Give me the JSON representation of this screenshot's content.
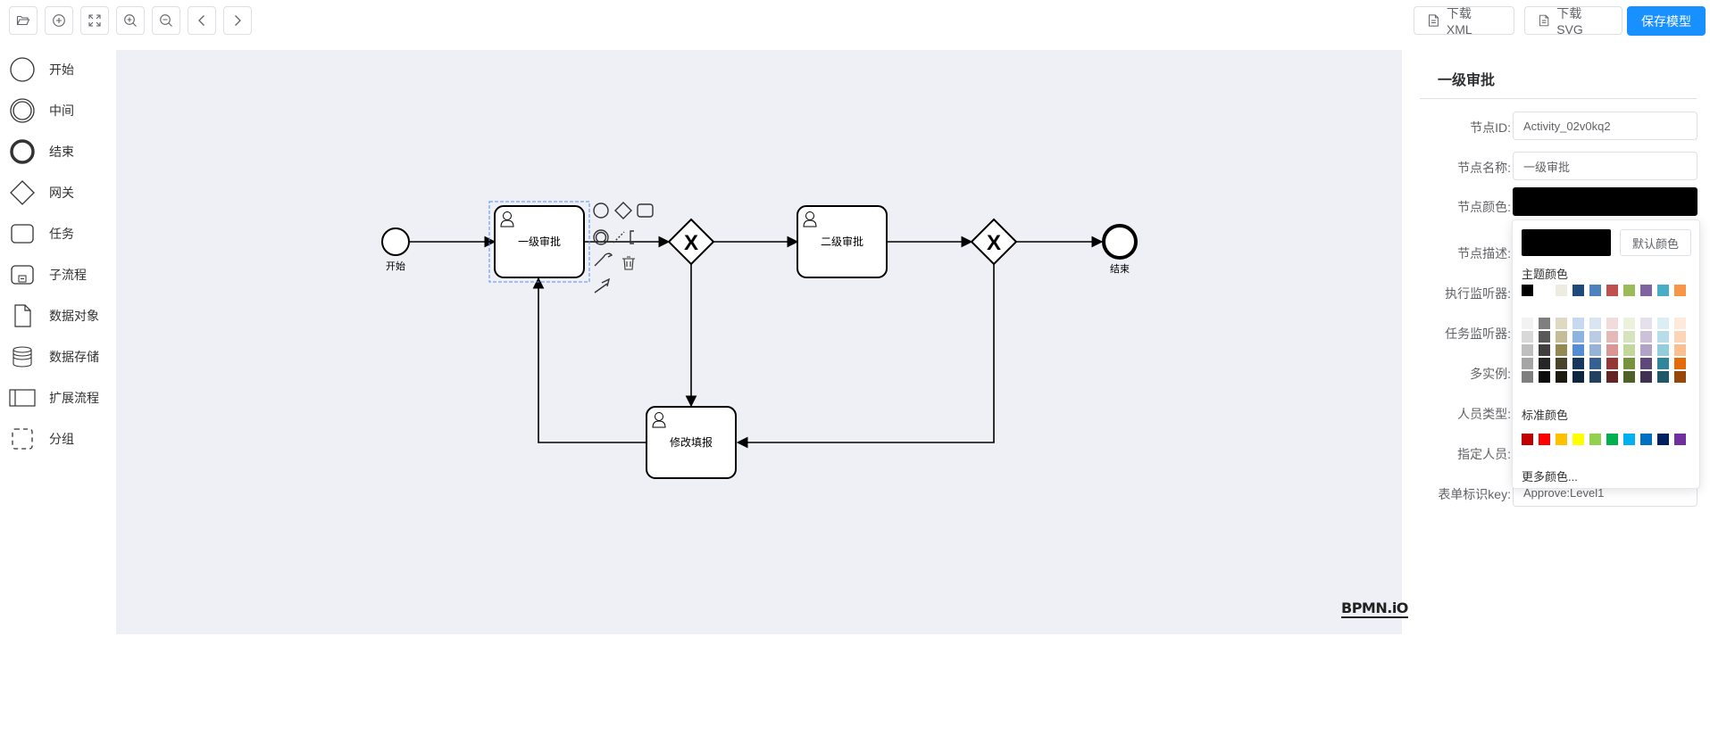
{
  "toolbar": {
    "download_xml": "下载 XML",
    "download_svg": "下载 SVG",
    "save_model": "保存模型"
  },
  "palette": {
    "items": [
      {
        "label": "开始",
        "icon": "start-event-icon"
      },
      {
        "label": "中间",
        "icon": "intermediate-event-icon"
      },
      {
        "label": "结束",
        "icon": "end-event-icon"
      },
      {
        "label": "网关",
        "icon": "gateway-icon"
      },
      {
        "label": "任务",
        "icon": "task-icon"
      },
      {
        "label": "子流程",
        "icon": "subprocess-icon"
      },
      {
        "label": "数据对象",
        "icon": "data-object-icon"
      },
      {
        "label": "数据存储",
        "icon": "data-store-icon"
      },
      {
        "label": "扩展流程",
        "icon": "participant-icon"
      },
      {
        "label": "分组",
        "icon": "group-icon"
      }
    ]
  },
  "diagram": {
    "start_label": "开始",
    "end_label": "结束",
    "task1": "一级审批",
    "task2": "二级审批",
    "task3": "修改填报",
    "gateway_marker": "X",
    "watermark": "BPMN.iO"
  },
  "panel": {
    "title": "一级审批",
    "labels": {
      "node_id": "节点ID:",
      "node_name": "节点名称:",
      "node_color": "节点颜色:",
      "node_desc": "节点描述:",
      "exec_listener": "执行监听器:",
      "task_listener": "任务监听器:",
      "multi_instance": "多实例:",
      "person_type": "人员类型:",
      "assignee": "指定人员:",
      "form_key": "表单标识key:"
    },
    "values": {
      "node_id": "Activity_02v0kq2",
      "node_name": "一级审批",
      "node_color": "#000000",
      "form_key": "Approve:Level1"
    }
  },
  "color_picker": {
    "default_btn": "默认颜色",
    "theme_title": "主题颜色",
    "standard_title": "标准颜色",
    "more": "更多颜色...",
    "theme_colors": [
      "#000000",
      "#ffffff",
      "#eeece1",
      "#1f497d",
      "#4f81bd",
      "#c0504d",
      "#9bbb59",
      "#8064a2",
      "#4bacc6",
      "#f79646"
    ],
    "theme_shades": [
      [
        "#f2f2f2",
        "#d8d8d8",
        "#bfbfbf",
        "#a5a5a5",
        "#7f7f7f"
      ],
      [
        "#7f7f7f",
        "#595959",
        "#3f3f3f",
        "#262626",
        "#0c0c0c"
      ],
      [
        "#ddd9c3",
        "#c4bd97",
        "#938953",
        "#494429",
        "#1d1b10"
      ],
      [
        "#c6d9f0",
        "#8db3e2",
        "#548dd4",
        "#17365d",
        "#0f243e"
      ],
      [
        "#dbe5f1",
        "#b8cce4",
        "#95b3d7",
        "#366092",
        "#244061"
      ],
      [
        "#f2dcdb",
        "#e5b9b7",
        "#d99694",
        "#953734",
        "#632423"
      ],
      [
        "#ebf1dd",
        "#d7e3bc",
        "#c3d69b",
        "#76923c",
        "#4f6128"
      ],
      [
        "#e5e0ec",
        "#ccc1d9",
        "#b2a2c7",
        "#5f497a",
        "#3f3151"
      ],
      [
        "#dbeef3",
        "#b7dde8",
        "#92cddc",
        "#31859b",
        "#205867"
      ],
      [
        "#fdeada",
        "#fbd5b5",
        "#fac08f",
        "#e36c09",
        "#974806"
      ]
    ],
    "standard_colors": [
      "#c00000",
      "#ff0000",
      "#ffc000",
      "#ffff00",
      "#92d050",
      "#00b050",
      "#00b0f0",
      "#0070c0",
      "#002060",
      "#7030a0"
    ]
  }
}
